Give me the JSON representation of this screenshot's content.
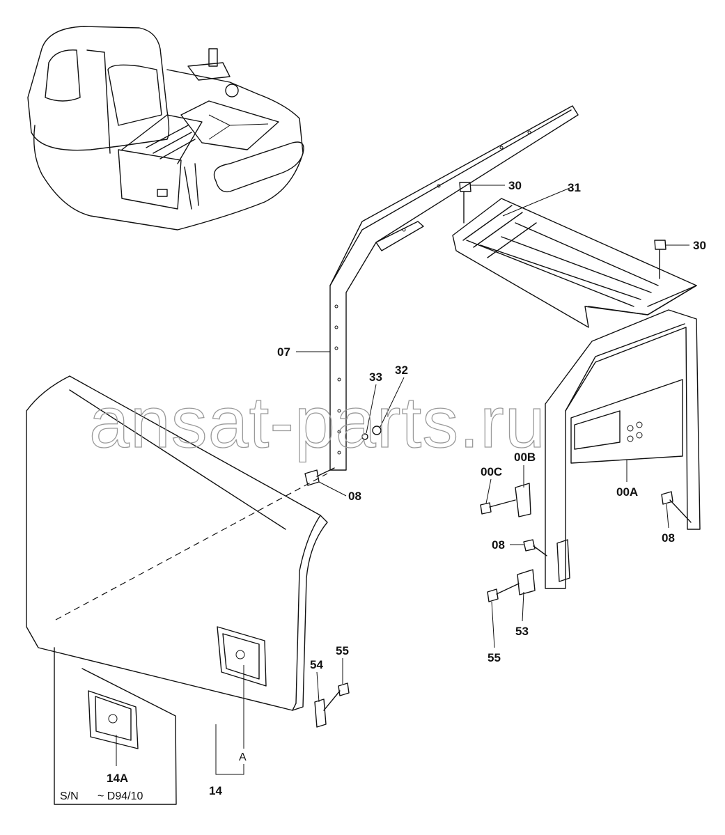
{
  "watermark": "ansat-parts.ru",
  "callouts": {
    "bolt_30_top": "30",
    "step_31": "31",
    "bolt_30_right": "30",
    "frame_07": "07",
    "washer_33": "33",
    "nut_32": "32",
    "bolt_08_left": "08",
    "bolt_00C": "00C",
    "bracket_00B": "00B",
    "frame_00A": "00A",
    "bolt_08_right": "08",
    "bolt_08_mid": "08",
    "bolt_55_right": "55",
    "bracket_53": "53",
    "bracket_54": "54",
    "bolt_55_left": "55",
    "handle_14A": "14A",
    "view_A": "A",
    "door_14": "14"
  },
  "inset": {
    "serial_label": "S/N",
    "serial_range": "~ D94/10"
  }
}
